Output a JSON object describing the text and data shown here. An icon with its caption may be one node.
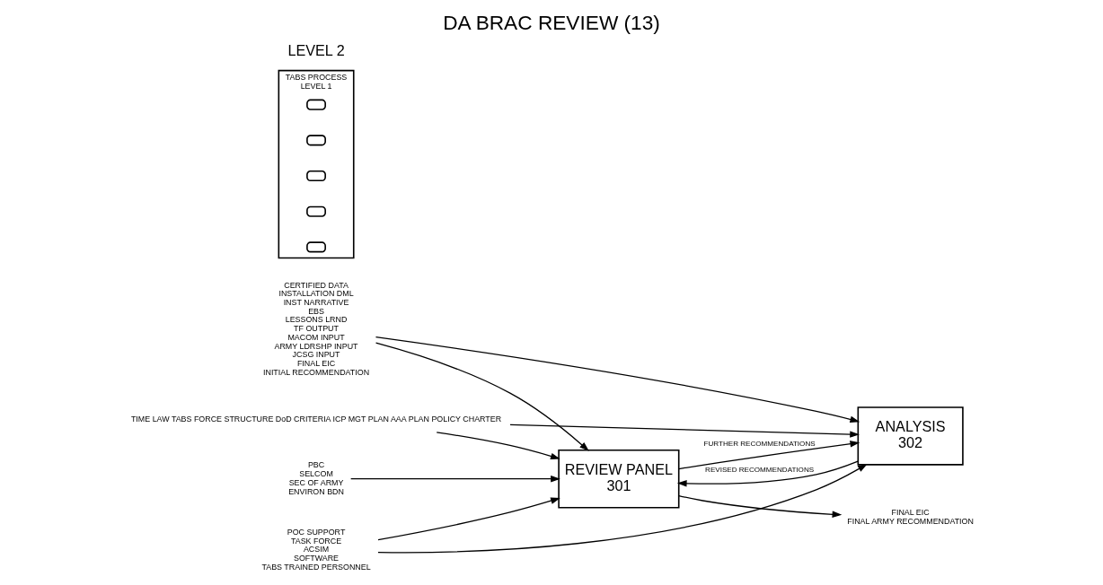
{
  "diagram": {
    "title": "DA BRAC REVIEW (13)",
    "nodes": [
      {
        "text": [
          "PBC",
          "SELCOM",
          "SEC OF ARMY",
          "ENVIRON BDN"
        ]
      },
      {
        "text": [
          "TIME LAW TABS FORCE STRUCTURE DoD CRITERIA ICP MGT PLAN AAA PLAN POLICY CHARTER"
        ]
      },
      {
        "text": [
          "REVIEW PANEL",
          "301"
        ]
      },
      {
        "text": [
          "CERTIFIED DATA",
          "INSTALLATION DML",
          "INST NARRATIVE",
          "EBS",
          "LESSONS LRND",
          "TF OUTPUT",
          "MACOM INPUT",
          "ARMY LDRSHP INPUT",
          "JCSG INPUT",
          "FINAL EIC",
          "INITIAL RECOMMENDATION"
        ]
      },
      {
        "text": [
          "ANALYSIS",
          "302"
        ]
      },
      {
        "text": [
          "FINAL EIC",
          "FINAL ARMY RECOMMENDATION"
        ]
      },
      {
        "text": [
          "POC SUPPORT",
          "TASK FORCE",
          "ACSIM",
          "SOFTWARE",
          "TABS TRAINED PERSONNEL"
        ]
      },
      {
        "text": [
          "TABS PROCESS",
          "LEVEL 1"
        ]
      },
      {
        "text": [],
        "shape": "box",
        "in": 7
      },
      {
        "text": [],
        "shape": "box",
        "in": 7
      },
      {
        "text": [],
        "shape": "box",
        "in": 7
      },
      {
        "text": [],
        "shape": "box",
        "in": 7
      },
      {
        "text": [],
        "shape": "box",
        "in": 7
      }
    ],
    "edges": [
      {
        "from": 0,
        "to": 2,
        "arrow": "to"
      },
      {
        "from": 1,
        "to": 2,
        "arrow": "to"
      },
      {
        "from": 1,
        "to": 4,
        "arrow": "to"
      },
      {
        "from": 3,
        "to": 2,
        "arrow": "to"
      },
      {
        "from": 3,
        "to": 4,
        "arrow": "to"
      },
      {
        "from": 2,
        "to": 5,
        "arrow": "to"
      },
      {
        "from": 2,
        "to": 4,
        "arrow": "to",
        "label": "FURTHER RECOMMENDATIONS"
      },
      {
        "from": 4,
        "to": 2,
        "arrow": "to",
        "label": "REVISED RECOMMENDATIONS"
      },
      {
        "from": 6,
        "to": 2,
        "arrow": "to"
      },
      {
        "from": 6,
        "to": 4,
        "arrow": "to"
      }
    ],
    "labels": [
      "LEVEL 2"
    ]
  }
}
